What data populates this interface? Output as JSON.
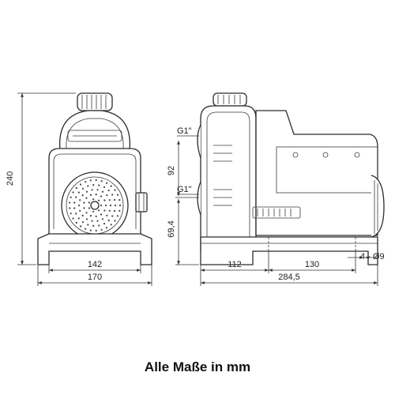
{
  "caption": "Alle Maße in mm",
  "dimensions": {
    "height_total": "240",
    "base_inner_width": "142",
    "base_outer_width": "170",
    "port_spacing": "92",
    "port_height": "69,4",
    "inlet_label": "G1\"",
    "outlet_label": "G1\"",
    "side_left": "112",
    "side_right": "130",
    "side_total": "284,5",
    "holes": "4 - Ø9"
  }
}
